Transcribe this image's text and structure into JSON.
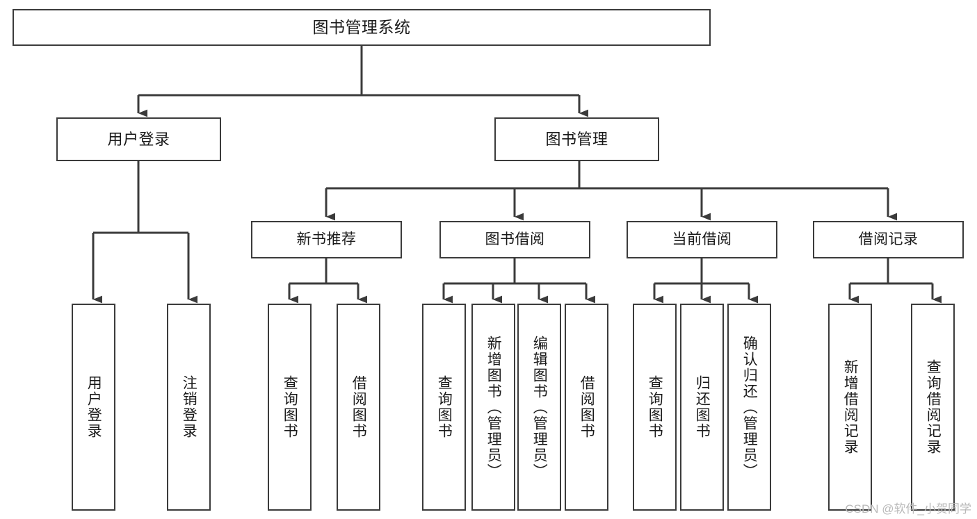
{
  "diagram": {
    "title": "图书管理系统",
    "type": "hierarchy-tree",
    "root": {
      "label": "图书管理系统"
    },
    "level2": [
      {
        "label": "用户登录"
      },
      {
        "label": "图书管理"
      }
    ],
    "level3": [
      {
        "label": "新书推荐"
      },
      {
        "label": "图书借阅"
      },
      {
        "label": "当前借阅"
      },
      {
        "label": "借阅记录"
      }
    ],
    "leaves": {
      "user_login": [
        {
          "label": "用户登录"
        },
        {
          "label": "注销登录"
        }
      ],
      "new_book_recommend": [
        {
          "label": "查询图书"
        },
        {
          "label": "借阅图书"
        }
      ],
      "book_borrow": [
        {
          "label": "查询图书"
        },
        {
          "label": "新增图书（管理员）"
        },
        {
          "label": "编辑图书（管理员）"
        },
        {
          "label": "借阅图书"
        }
      ],
      "current_borrow": [
        {
          "label": "查询图书"
        },
        {
          "label": "归还图书"
        },
        {
          "label": "确认归还（管理员）"
        }
      ],
      "borrow_record": [
        {
          "label": "新增借阅记录"
        },
        {
          "label": "查询借阅记录"
        }
      ]
    }
  },
  "watermark": {
    "text": "CSDN @软件_小贺同学"
  },
  "colors": {
    "box_border": "#3b3b3b",
    "line": "#3b3b3b",
    "text": "#1a1a1a",
    "background": "#ffffff",
    "watermark": "#b9b9b9"
  }
}
